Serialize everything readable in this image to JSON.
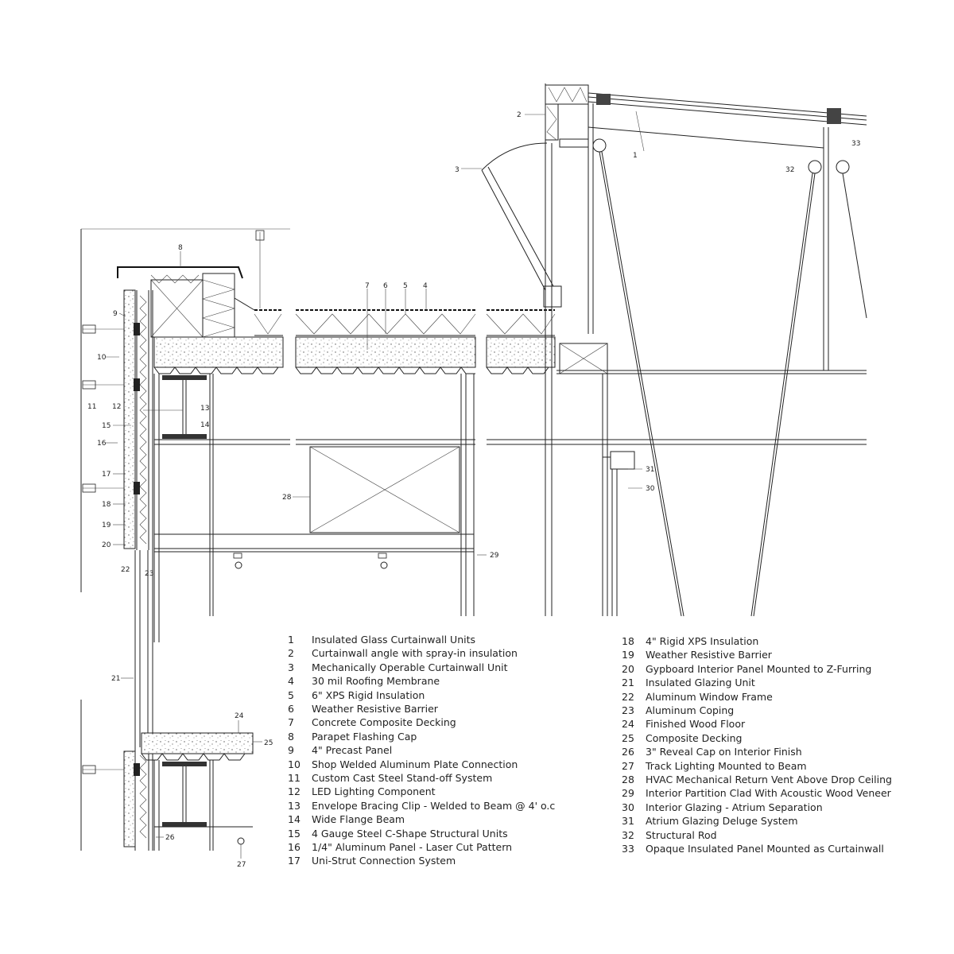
{
  "callouts": [
    "1",
    "2",
    "3",
    "4",
    "5",
    "6",
    "7",
    "8",
    "9",
    "10",
    "11",
    "12",
    "13",
    "14",
    "15",
    "16",
    "17",
    "18",
    "19",
    "20",
    "21",
    "22",
    "23",
    "24",
    "25",
    "26",
    "27",
    "28",
    "29",
    "30",
    "31",
    "32",
    "33"
  ],
  "legend_left": [
    {
      "num": "1",
      "text": "Insulated Glass Curtainwall Units"
    },
    {
      "num": "2",
      "text": "Curtainwall angle with spray-in insulation"
    },
    {
      "num": "3",
      "text": "Mechanically Operable Curtainwall Unit"
    },
    {
      "num": "4",
      "text": "30 mil Roofing Membrane"
    },
    {
      "num": "5",
      "text": "6\" XPS Rigid Insulation"
    },
    {
      "num": "6",
      "text": "Weather Resistive Barrier"
    },
    {
      "num": "7",
      "text": "Concrete Composite Decking"
    },
    {
      "num": "8",
      "text": "Parapet Flashing Cap"
    },
    {
      "num": "9",
      "text": "4\" Precast Panel"
    },
    {
      "num": "10",
      "text": "Shop Welded Aluminum Plate Connection"
    },
    {
      "num": "11",
      "text": "Custom Cast Steel Stand-off System"
    },
    {
      "num": "12",
      "text": "LED Lighting Component"
    },
    {
      "num": "13",
      "text": "Envelope Bracing Clip - Welded to Beam @ 4' o.c"
    },
    {
      "num": "14",
      "text": "Wide Flange Beam"
    },
    {
      "num": "15",
      "text": "4 Gauge Steel C-Shape Structural Units"
    },
    {
      "num": "16",
      "text": "1/4\" Aluminum Panel - Laser Cut Pattern"
    },
    {
      "num": "17",
      "text": "Uni-Strut Connection System"
    }
  ],
  "legend_right": [
    {
      "num": "18",
      "text": "4\" Rigid XPS Insulation"
    },
    {
      "num": "19",
      "text": "Weather Resistive Barrier"
    },
    {
      "num": "20",
      "text": "Gypboard Interior Panel Mounted to Z-Furring"
    },
    {
      "num": "21",
      "text": "Insulated Glazing Unit"
    },
    {
      "num": "22",
      "text": "Aluminum Window Frame"
    },
    {
      "num": "23",
      "text": "Aluminum Coping"
    },
    {
      "num": "24",
      "text": "Finished Wood Floor"
    },
    {
      "num": "25",
      "text": "Composite Decking"
    },
    {
      "num": "26",
      "text": "3\" Reveal Cap on Interior Finish"
    },
    {
      "num": "27",
      "text": "Track Lighting Mounted to Beam"
    },
    {
      "num": "28",
      "text": "HVAC Mechanical Return Vent Above Drop Ceiling"
    },
    {
      "num": "29",
      "text": "Interior Partition Clad With Acoustic Wood Veneer"
    },
    {
      "num": "30",
      "text": "Interior Glazing - Atrium Separation"
    },
    {
      "num": "31",
      "text": "Atrium Glazing Deluge System"
    },
    {
      "num": "32",
      "text": "Structural Rod"
    },
    {
      "num": "33",
      "text": "Opaque Insulated Panel Mounted as Curtainwall"
    }
  ]
}
